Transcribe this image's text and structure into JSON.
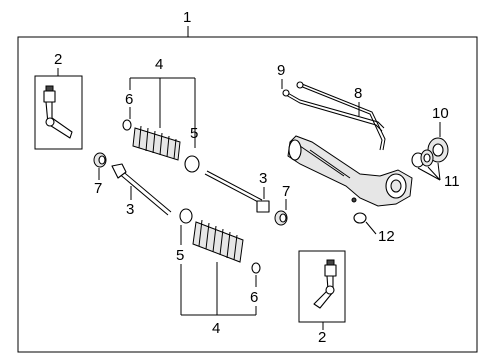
{
  "diagram": {
    "callouts": {
      "c1": "1",
      "c2_top": "2",
      "c2_bottom": "2",
      "c3_left": "3",
      "c3_right": "3",
      "c4_top": "4",
      "c4_bottom": "4",
      "c5_top": "5",
      "c5_bottom": "5",
      "c6_top": "6",
      "c6_bottom": "6",
      "c7_left": "7",
      "c7_right": "7",
      "c8": "8",
      "c9": "9",
      "c10": "10",
      "c11": "11",
      "c12": "12"
    }
  }
}
